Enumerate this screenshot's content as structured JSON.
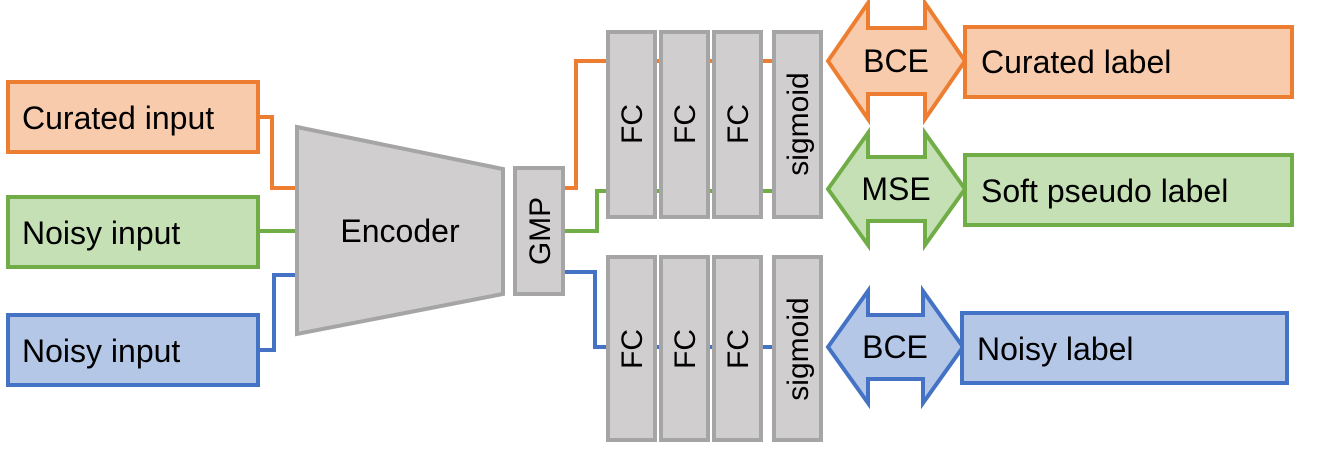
{
  "colors": {
    "curated": "#ED7D31",
    "curated_fill": "#F8CBAD",
    "noisy_green": "#70AD47",
    "noisy_green_fill": "#C5E0B4",
    "noisy_blue": "#4472C4",
    "noisy_blue_fill": "#B4C7E7",
    "block_stroke": "#A5A5A5",
    "block_fill": "#D0CECE"
  },
  "inputs": {
    "curated": "Curated input",
    "noisy_green": "Noisy input",
    "noisy_blue": "Noisy input"
  },
  "encoder": {
    "label": "Encoder"
  },
  "gmp": {
    "label": "GMP"
  },
  "heads": {
    "top": {
      "fc1": "FC",
      "fc2": "FC",
      "fc3": "FC",
      "activation": "sigmoid"
    },
    "bottom": {
      "fc1": "FC",
      "fc2": "FC",
      "fc3": "FC",
      "activation": "sigmoid"
    }
  },
  "losses": {
    "top": "BCE",
    "middle": "MSE",
    "bottom": "BCE"
  },
  "targets": {
    "curated": "Curated label",
    "soft": "Soft pseudo label",
    "noisy": "Noisy label"
  }
}
